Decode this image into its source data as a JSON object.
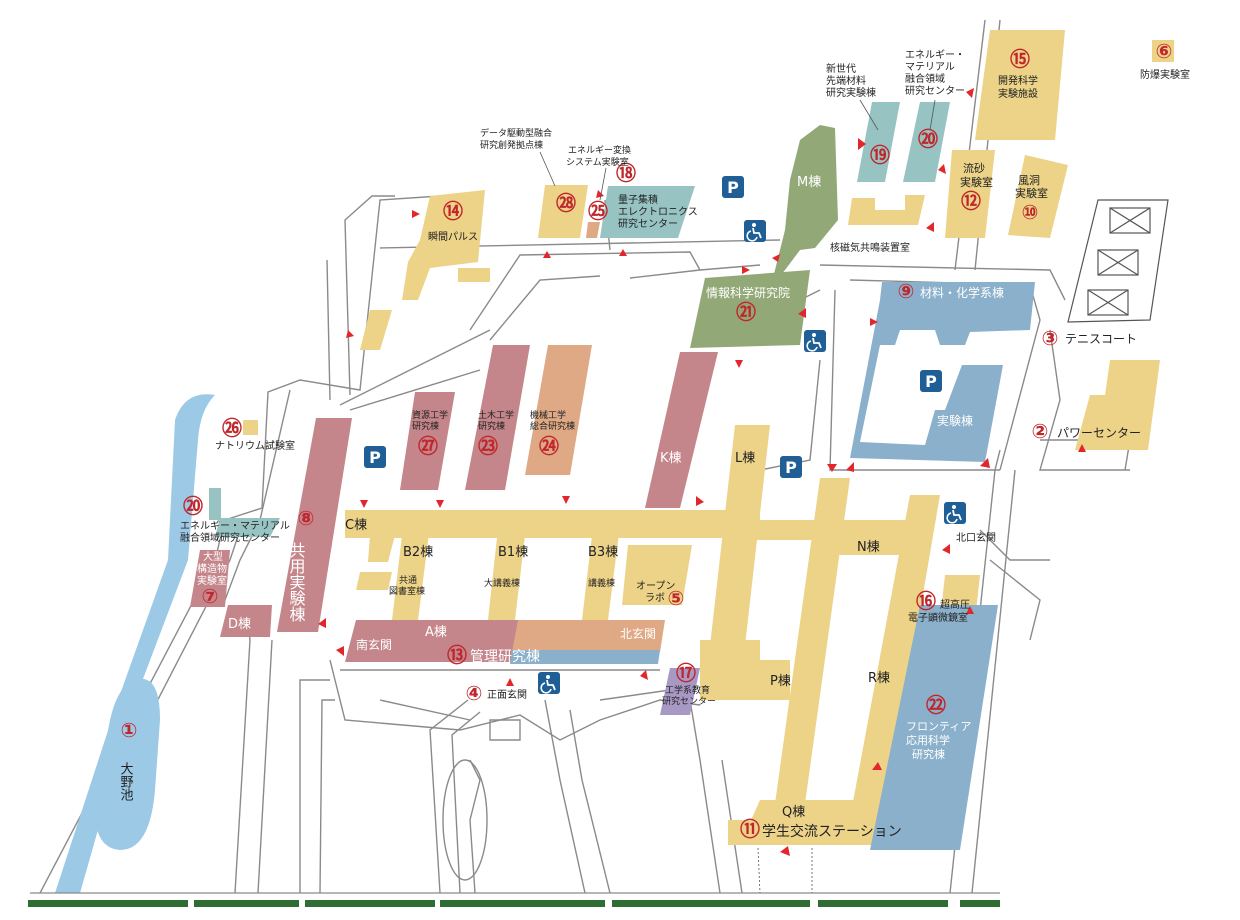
{
  "colors": {
    "yellow": "#ecd388",
    "pink": "#c4868b",
    "green": "#93a877",
    "blue": "#8bb0cb",
    "teal": "#97c3c3",
    "orange": "#dea984",
    "purple": "#a898c4",
    "lightblue": "#9cc9e6",
    "accent_red": "#e2262c",
    "parking_blue": "#1f5f95",
    "green_band": "#2f6d34"
  },
  "icons": {
    "parking": "P",
    "wheelchair": "wheelchair-icon",
    "entrance_marker": "red-triangle-icon"
  },
  "labels": {
    "b1": {
      "num": "①",
      "name": "大野池"
    },
    "b2": {
      "num": "②",
      "name": "パワーセンター"
    },
    "b3": {
      "num": "③",
      "name": "テニスコート"
    },
    "b4": {
      "num": "④",
      "name": "正面玄関"
    },
    "b5": {
      "num": "⑤",
      "name1": "オープン",
      "name2": "ラボ"
    },
    "b6": {
      "num": "⑥",
      "name": "防爆実験室"
    },
    "b7": {
      "num": "⑦",
      "name1": "大型",
      "name2": "構造物",
      "name3": "実験室"
    },
    "b8": {
      "num": "⑧",
      "name": "共用実験棟"
    },
    "b9": {
      "num": "⑨",
      "name": "材料・化学系棟"
    },
    "b10": {
      "num": "⑩",
      "name1": "風洞",
      "name2": "実験室"
    },
    "b11": {
      "num": "⑪",
      "name": "学生交流ステーション"
    },
    "b12": {
      "num": "⑫",
      "name1": "流砂",
      "name2": "実験室"
    },
    "b13": {
      "num": "⑬",
      "name": "管理研究棟"
    },
    "b14": {
      "num": "⑭",
      "name": "瞬間パルス"
    },
    "b15": {
      "num": "⑮",
      "name1": "開発科学",
      "name2": "実験施設"
    },
    "b16": {
      "num": "⑯",
      "name1": "超高圧",
      "name2": "電子顕微鏡室"
    },
    "b17": {
      "num": "⑰",
      "name1": "工学系教育",
      "name2": "研究センター"
    },
    "b18": {
      "num": "⑱",
      "name1": "量子集積",
      "name2": "エレクトロニクス",
      "name3": "研究センター"
    },
    "b19": {
      "num": "⑲",
      "name1": "新世代",
      "name2": "先端材料",
      "name3": "研究実験棟"
    },
    "b20": {
      "num": "⑳",
      "name1": "エネルギー・",
      "name2": "マテリアル",
      "name3": "融合領域",
      "name4": "研究センター"
    },
    "b20b": {
      "num": "⑳",
      "name1": "エネルギー・マテリアル",
      "name2": "融合領域研究センター"
    },
    "b21": {
      "num": "㉑",
      "name": "情報科学研究院"
    },
    "b22": {
      "num": "㉒",
      "name1": "フロンティア",
      "name2": "応用科学",
      "name3": "研究棟"
    },
    "b23": {
      "num": "㉓",
      "name1": "土木工学",
      "name2": "研究棟"
    },
    "b24": {
      "num": "㉔",
      "name1": "機械工学",
      "name2": "総合研究棟"
    },
    "b25": {
      "num": "㉕",
      "name1": "エネルギー変換",
      "name2": "システム実験室"
    },
    "b26": {
      "num": "㉖",
      "name": "ナトリウム試験室"
    },
    "b27": {
      "num": "㉗",
      "name1": "資源工学",
      "name2": "研究棟"
    },
    "b28": {
      "num": "㉘",
      "name1": "データ駆動型融合",
      "name2": "研究創発拠点棟"
    },
    "m_bldg": "M棟",
    "nmr": "核磁気共鳴装置室",
    "jikken": "実験棟",
    "k_bldg": "K棟",
    "l_bldg": "L棟",
    "c_bldg": "C棟",
    "b2_bldg": "B2棟",
    "b1_bldg": "B1棟",
    "b3_bldg": "B3棟",
    "kyotsu1": "共通",
    "kyotsu2": "図書室棟",
    "daikogi": "大講義棟",
    "kogi": "講義棟",
    "d_bldg": "D棟",
    "a_bldg": "A棟",
    "south_gate": "南玄関",
    "north_gate": "北玄関",
    "n_bldg": "N棟",
    "kitaguchi": "北口玄関",
    "p_bldg": "P棟",
    "r_bldg": "R棟",
    "q_bldg": "Q棟"
  }
}
